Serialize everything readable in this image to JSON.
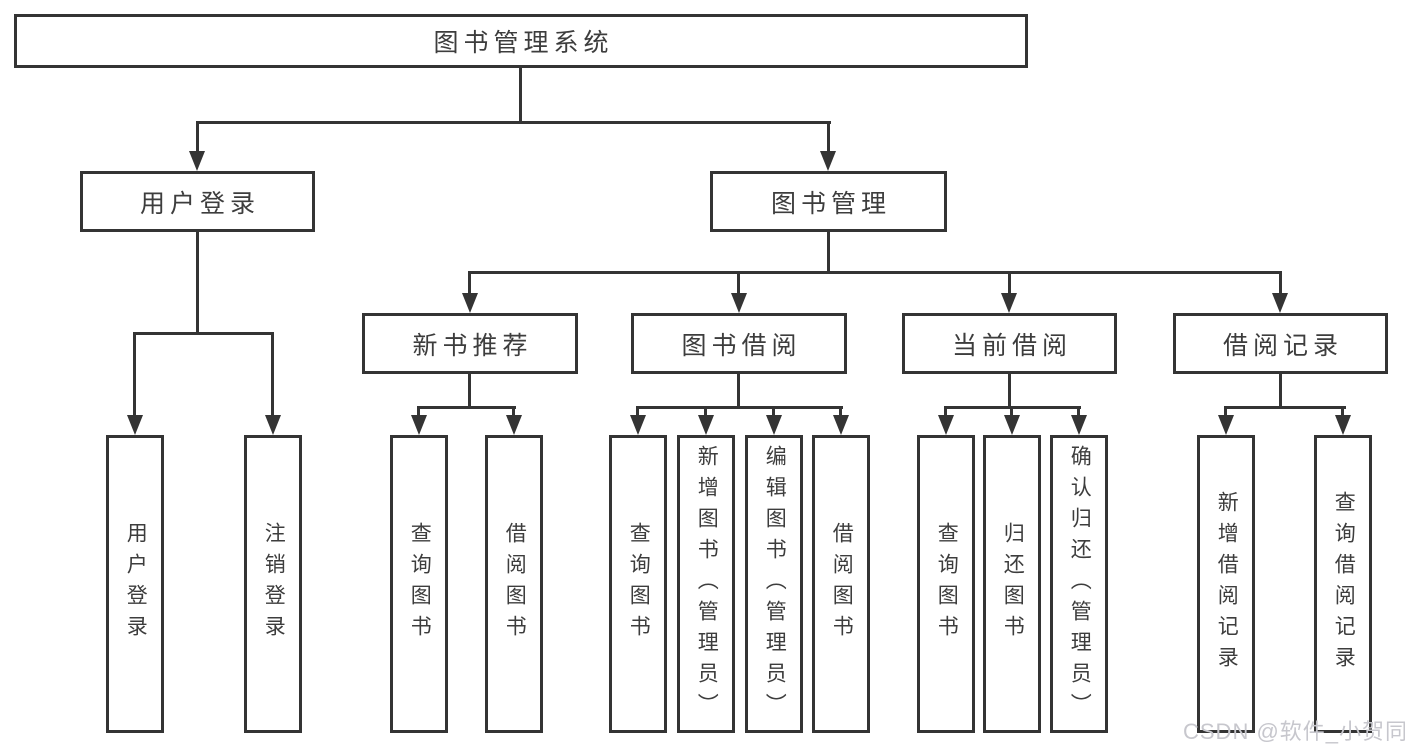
{
  "diagram": {
    "type": "hierarchy-tree",
    "title": "图书管理系统",
    "watermark": "CSDN @软件_小贺同学",
    "colors": {
      "line": "#343434",
      "box_border": "#343434",
      "text": "#3d3d3d",
      "background": "#ffffff",
      "watermark_text": "#c7c7cd"
    },
    "nodes": {
      "root": {
        "label": "图书管理系统"
      },
      "user_login": {
        "label": "用户登录"
      },
      "book_management": {
        "label": "图书管理"
      },
      "new_book_recommend": {
        "label": "新书推荐"
      },
      "book_borrowing": {
        "label": "图书借阅"
      },
      "current_borrowing": {
        "label": "当前借阅"
      },
      "borrowing_records": {
        "label": "借阅记录"
      },
      "leaf_user_login": {
        "label": "用户登录"
      },
      "leaf_logout": {
        "label": "注销登录"
      },
      "leaf_recommend_query_books": {
        "label": "查询图书"
      },
      "leaf_recommend_borrow_books": {
        "label": "借阅图书"
      },
      "leaf_borrowing_query_books": {
        "label": "查询图书"
      },
      "leaf_borrowing_add_books": {
        "label": "新增图书（管理员）"
      },
      "leaf_borrowing_edit_books": {
        "label": "编辑图书（管理员）"
      },
      "leaf_borrowing_borrow_books": {
        "label": "借阅图书"
      },
      "leaf_current_query_books": {
        "label": "查询图书"
      },
      "leaf_current_return_books": {
        "label": "归还图书"
      },
      "leaf_current_confirm_return": {
        "label": "确认归还（管理员）"
      },
      "leaf_records_add_record": {
        "label": "新增借阅记录"
      },
      "leaf_records_query_record": {
        "label": "查询借阅记录"
      }
    },
    "edges": [
      [
        "root",
        "user_login"
      ],
      [
        "root",
        "book_management"
      ],
      [
        "user_login",
        "leaf_user_login"
      ],
      [
        "user_login",
        "leaf_logout"
      ],
      [
        "book_management",
        "new_book_recommend"
      ],
      [
        "book_management",
        "book_borrowing"
      ],
      [
        "book_management",
        "current_borrowing"
      ],
      [
        "book_management",
        "borrowing_records"
      ],
      [
        "new_book_recommend",
        "leaf_recommend_query_books"
      ],
      [
        "new_book_recommend",
        "leaf_recommend_borrow_books"
      ],
      [
        "book_borrowing",
        "leaf_borrowing_query_books"
      ],
      [
        "book_borrowing",
        "leaf_borrowing_add_books"
      ],
      [
        "book_borrowing",
        "leaf_borrowing_edit_books"
      ],
      [
        "book_borrowing",
        "leaf_borrowing_borrow_books"
      ],
      [
        "current_borrowing",
        "leaf_current_query_books"
      ],
      [
        "current_borrowing",
        "leaf_current_return_books"
      ],
      [
        "current_borrowing",
        "leaf_current_confirm_return"
      ],
      [
        "borrowing_records",
        "leaf_records_add_record"
      ],
      [
        "borrowing_records",
        "leaf_records_query_record"
      ]
    ]
  }
}
